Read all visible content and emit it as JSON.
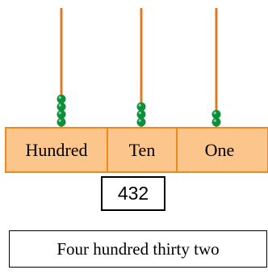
{
  "colors": {
    "rod": "#E07A22",
    "bead": "#0E8F3C",
    "bead_highlight": "#7FD79A",
    "table_fill": "#FBC58C",
    "table_border": "#F08A1C"
  },
  "places": [
    {
      "label": "Hundred",
      "beads": 4
    },
    {
      "label": "Ten",
      "beads": 3
    },
    {
      "label": "One",
      "beads": 2
    }
  ],
  "number": "432",
  "number_words": "Four hundred thirty two"
}
